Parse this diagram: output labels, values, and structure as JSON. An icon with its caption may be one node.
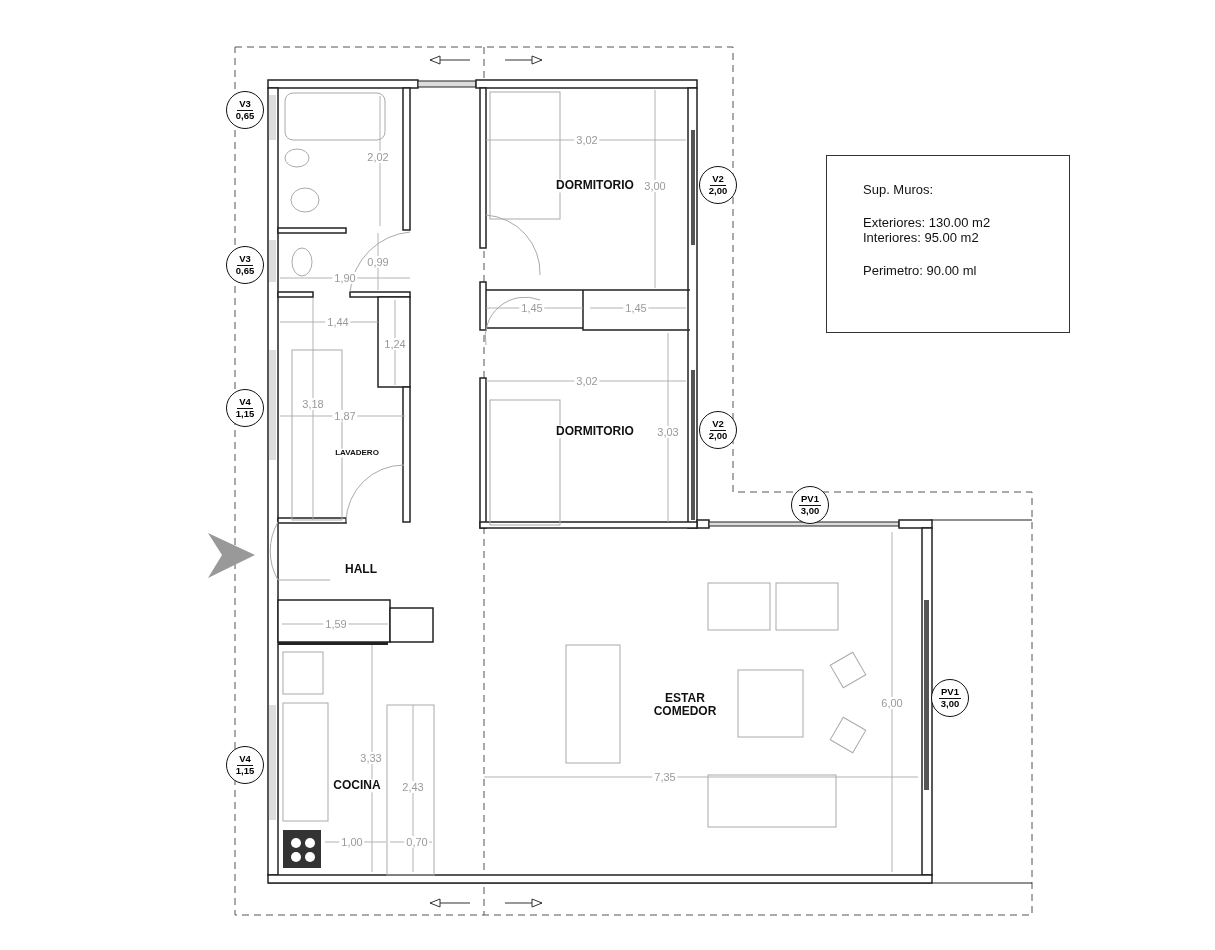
{
  "diagram": {
    "nodes": [
      {
        "text": [
          "V3",
          "0,65"
        ]
      },
      {
        "text": [
          "Sup. Muros:",
          "Exteriores: 130.00 m2",
          "Interiores: 95.00 m2",
          "Perimetro: 90.00 ml"
        ]
      },
      {
        "text": [
          "V2",
          "2,00"
        ]
      },
      {
        "text": [
          "V3",
          "0,65"
        ]
      },
      {
        "text": [
          "V4",
          "1,15"
        ]
      },
      {
        "text": [
          "V2",
          "2,00"
        ]
      },
      {
        "text": [
          "PV1",
          "3,00"
        ]
      },
      {
        "text": [
          "PV1",
          "3,00"
        ]
      },
      {
        "text": [
          "V4",
          "1,15"
        ]
      }
    ],
    "edges": [],
    "labels": [
      "3,02",
      "2,02",
      "DORMITORIO",
      "3,00",
      "0,99",
      "1,90",
      "1,45",
      "1,45",
      "1,44",
      "1,24",
      "3,02",
      "3,18",
      "1,87",
      "DORMITORIO",
      "3,03",
      "LAVADERO",
      "HALL",
      "1,59",
      "ESTAR COMEDOR",
      "6,00",
      "3,33",
      "7,35",
      "COCINA",
      "2,43",
      "1,00",
      "0,70"
    ]
  }
}
